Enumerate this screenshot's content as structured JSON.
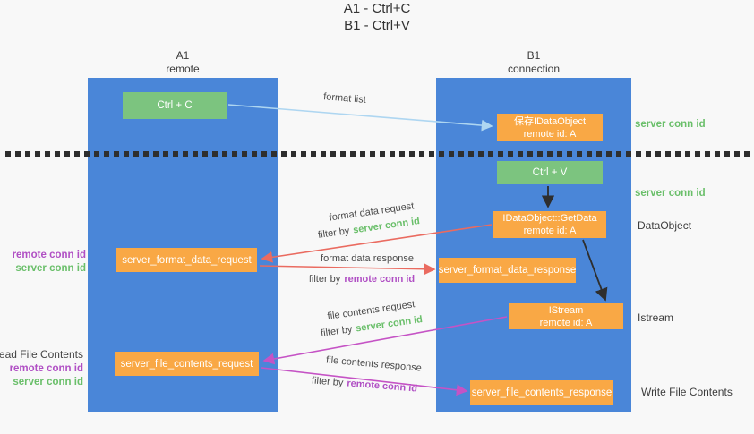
{
  "title": [
    "A1 - Ctrl+C",
    "B1 - Ctrl+V"
  ],
  "lanes": {
    "a1": {
      "title": "A1",
      "subtitle": "remote"
    },
    "b1": {
      "title": "B1",
      "subtitle": "connection"
    }
  },
  "nodes": {
    "ctrl_c": {
      "label": "Ctrl + C"
    },
    "ctrl_v": {
      "label": "Ctrl + V"
    },
    "save_idataobject": {
      "line1": "保存IDataObject",
      "line2": "remote id: A"
    },
    "getdata": {
      "line1": "IDataObject::GetData",
      "line2": "remote id: A"
    },
    "istream": {
      "line1": "IStream",
      "line2": "remote id: A"
    },
    "format_data_request": {
      "label": "server_format_data_request"
    },
    "format_data_response": {
      "label": "server_format_data_response"
    },
    "file_contents_request": {
      "label": "server_file_contents_request"
    },
    "file_contents_response": {
      "label": "server_file_contents_response"
    }
  },
  "flows": {
    "format_list": {
      "label": "format list"
    },
    "format_data_request": {
      "label": "format data request",
      "filter_prefix": "filter by",
      "filter_key": "server conn id"
    },
    "format_data_response": {
      "label": "format data response",
      "filter_prefix": "filter by",
      "filter_key": "remote conn id"
    },
    "file_contents_request": {
      "label": "file contents request",
      "filter_prefix": "filter by",
      "filter_key": "server conn id"
    },
    "file_contents_response": {
      "label": "file contents response",
      "filter_prefix": "filter by",
      "filter_key": "remote conn id"
    }
  },
  "side_labels": {
    "left_format": {
      "remote": "remote conn id",
      "server": "server conn id"
    },
    "left_file": {
      "title": "Read File Contents",
      "remote": "remote conn id",
      "server": "server conn id"
    },
    "right_save": "server conn id",
    "right_ctrlv": "server conn id",
    "right_dataobject": "DataObject",
    "right_istream": "Istream",
    "right_write": "Write File Contents"
  },
  "colors": {
    "lane_blue": "#4a86d8",
    "node_green": "#7cc47f",
    "node_orange": "#f9a845",
    "arrow_blue": "#aed6f1",
    "arrow_red": "#ea6b60",
    "arrow_magenta": "#c553c5",
    "arrow_black": "#2e2e2e",
    "text_green": "#6abf6a",
    "text_purple": "#b04fc4"
  }
}
